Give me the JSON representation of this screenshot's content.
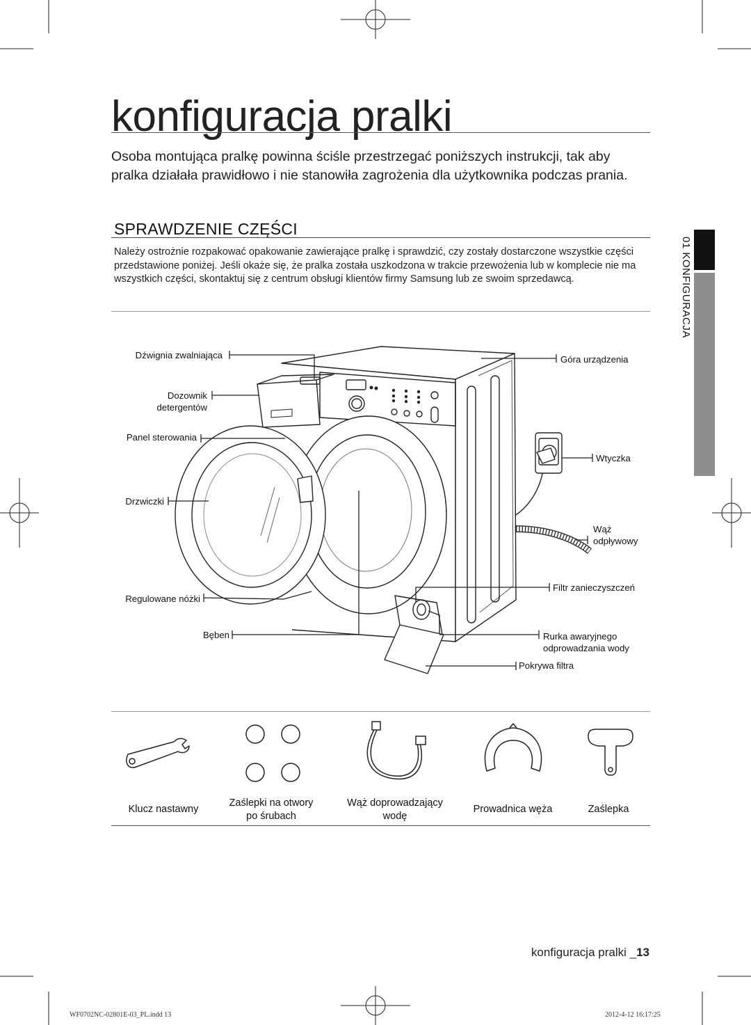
{
  "page": {
    "title": "konfiguracja pralki",
    "intro": "Osoba montująca pralkę powinna ściśle przestrzegać poniższych instrukcji, tak aby pralka działała prawidłowo i nie stanowiła zagrożenia dla użytkownika podczas prania."
  },
  "section": {
    "heading": "SPRAWDZENIE CZĘŚCI",
    "body": "Należy ostrożnie rozpakować opakowanie zawierające pralkę i sprawdzić, czy zostały dostarczone wszystkie części przedstawione poniżej. Jeśli okaże się, że pralka została uszkodzona w trakcie przewożenia lub w komplecie nie ma wszystkich części, skontaktuj się z centrum obsługi klientów firmy Samsung lub ze swoim sprzedawcą."
  },
  "side_tab": {
    "label": "01 KONFIGURACJA"
  },
  "diagram_labels": {
    "release_lever": "Dźwignia zwalniająca",
    "dispenser_1": "Dozownik",
    "dispenser_2": "detergentów",
    "control_panel": "Panel sterowania",
    "door": "Drzwiczki",
    "legs": "Regulowane nóżki",
    "drum": "Bęben",
    "top": "Góra urządzenia",
    "plug": "Wtyczka",
    "drain_hose_1": "Wąż",
    "drain_hose_2": "odpływowy",
    "filter": "Filtr zanieczyszczeń",
    "emergency_1": "Rurka awaryjnego",
    "emergency_2": "odprowadzania wody",
    "filter_cover": "Pokrywa filtra"
  },
  "accessories": [
    {
      "line1": "Klucz nastawny",
      "line2": "",
      "icon": "spanner-icon"
    },
    {
      "line1": "Zaślepki na otwory",
      "line2": "po śrubach",
      "icon": "bolt-caps-icon"
    },
    {
      "line1": "Wąż doprowadzający",
      "line2": "wodę",
      "icon": "water-hose-icon"
    },
    {
      "line1": "Prowadnica węża",
      "line2": "",
      "icon": "hose-guide-icon"
    },
    {
      "line1": "Zaślepka",
      "line2": "",
      "icon": "cap-icon"
    }
  ],
  "footer": {
    "running_title": "konfiguracja pralki _",
    "page_number": "13",
    "slug_left": "WF0702NC-02801E-03_PL.indd   13",
    "slug_right": "2012-4-12   16:17:25"
  }
}
